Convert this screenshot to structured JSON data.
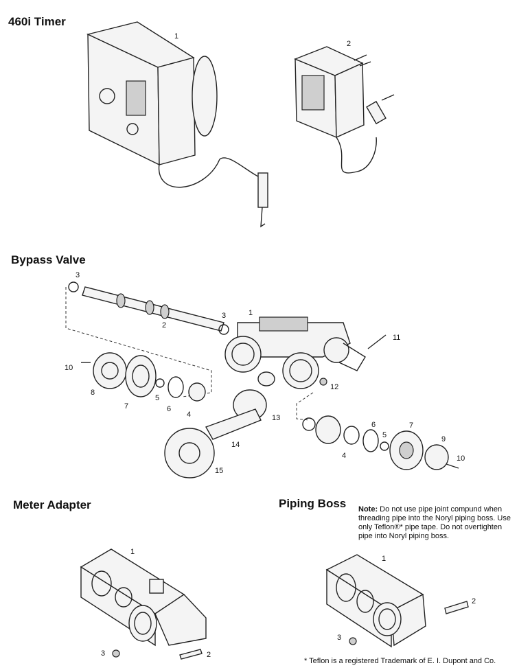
{
  "sections": {
    "timer": {
      "title": "460i Timer",
      "callouts": [
        "1",
        "2"
      ]
    },
    "bypass": {
      "title": "Bypass Valve",
      "callouts": [
        "3",
        "2",
        "3",
        "1",
        "11",
        "10",
        "8",
        "7",
        "5",
        "6",
        "4",
        "12",
        "13",
        "14",
        "15",
        "4",
        "6",
        "5",
        "7",
        "9",
        "10"
      ]
    },
    "meter": {
      "title": "Meter Adapter",
      "callouts": [
        "1",
        "3",
        "2"
      ]
    },
    "boss": {
      "title": "Piping Boss",
      "callouts": [
        "1",
        "2",
        "3"
      ]
    }
  },
  "note": {
    "label": "Note:",
    "text": "Do not use pipe joint compund when threading pipe into the Noryl piping boss. Use only Teflon®* pipe tape. Do not overtighten pipe into Noryl piping boss."
  },
  "footnote": "* Teflon is a registered Trademark of E. I. Dupont and Co."
}
